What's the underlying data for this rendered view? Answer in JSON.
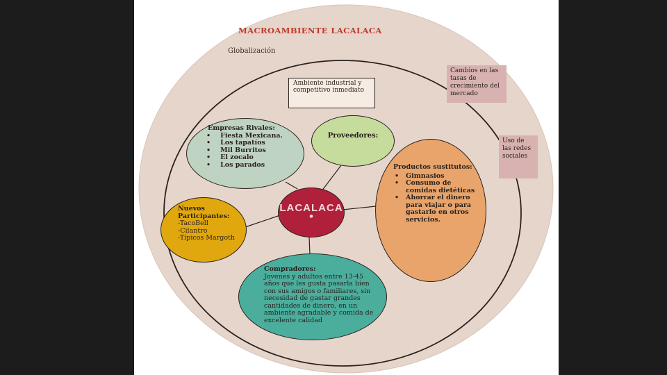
{
  "diagram": {
    "title": "MACROAMBIENTE LACALACA",
    "outer_label": "Globalización",
    "inner_box": "Ambiente industrial y competitivo inmediato",
    "note_market": "Cambios en las tasas de crecimiento del mercado",
    "note_social": "Uso de las redes sociales",
    "rivals": {
      "heading": "Empresas Rivales:",
      "items": [
        "Fiesta Mexicana.",
        "Los tapatíos",
        "Mil Burritos",
        "El zocalo",
        "Los parados"
      ]
    },
    "suppliers": {
      "heading": "Proveedores:"
    },
    "substitutes": {
      "heading": "Productos sustitutos:",
      "items": [
        "Gimnasios",
        "Consumo de comidas dietéticas",
        "Ahorrar el dinero para viajar o para gastarlo en otros servicios."
      ]
    },
    "new_entrants": {
      "heading": "Nuevos Participantes:",
      "items": [
        "-TacoBell",
        "-Cilantro",
        "-Típicos Margoth"
      ]
    },
    "buyers": {
      "heading": "Compradores:",
      "text": "Jovenes y adultos entre 13-45 años que les gusta pasarla bien con sus amigos o familiares, sin necesidad de gastar grandes cantidades de dinero, en un ambiente agradable y comida de excelente calidad"
    },
    "center": {
      "logo": "LACALACA"
    },
    "colors": {
      "outer_circle": "#e5d5cb",
      "rivals": "#bfd3c2",
      "suppliers": "#c6dc9d",
      "substitutes": "#e8a46a",
      "new_entrants": "#e0a80e",
      "buyers": "#4bae9d",
      "center": "#b0203a",
      "notes": "#d8b2b0",
      "title": "#c0392b"
    }
  }
}
